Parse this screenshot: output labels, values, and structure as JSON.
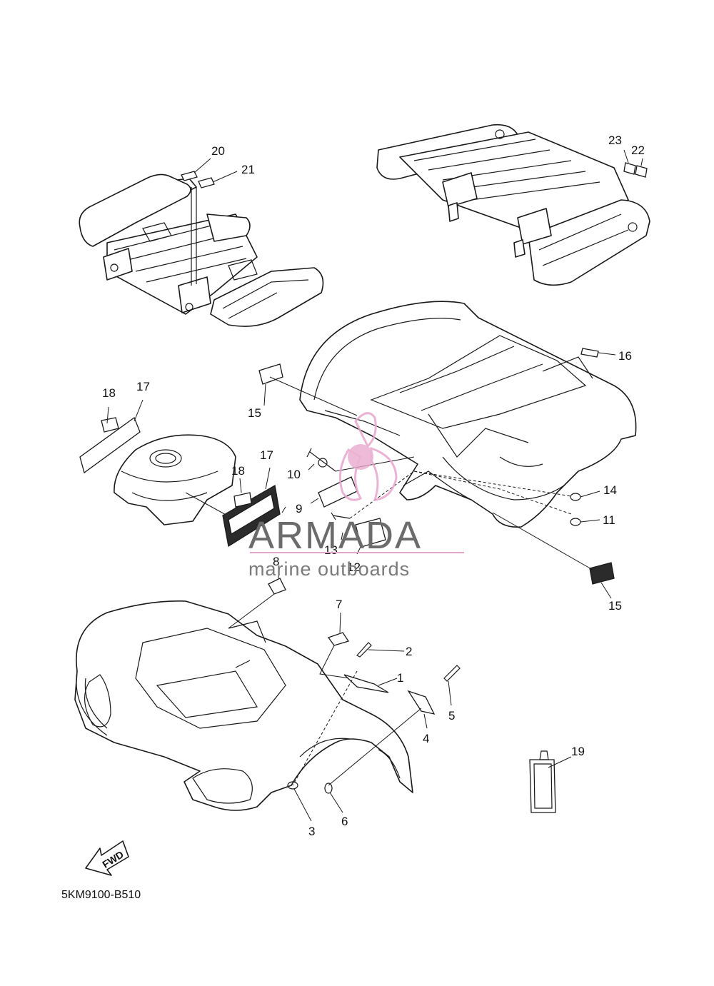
{
  "diagram": {
    "part_code": "5KM9100-B510",
    "fwd_label": "FWD",
    "callouts": {
      "c1": "1",
      "c2": "2",
      "c3": "3",
      "c4": "4",
      "c5": "5",
      "c6": "6",
      "c7": "7",
      "c8": "8",
      "c9": "9",
      "c10": "10",
      "c11": "11",
      "c12": "12",
      "c13": "13",
      "c14": "14",
      "c15a": "15",
      "c15b": "15",
      "c16": "16",
      "c17a": "17",
      "c17b": "17",
      "c18a": "18",
      "c18b": "18",
      "c19": "19",
      "c20": "20",
      "c21": "21",
      "c22": "22",
      "c23": "23"
    }
  },
  "watermark": {
    "brand": "ARMADA",
    "tagline": "marine outboards",
    "accent_color": "#e8a6cc",
    "text_color": "#6b6b6b"
  }
}
